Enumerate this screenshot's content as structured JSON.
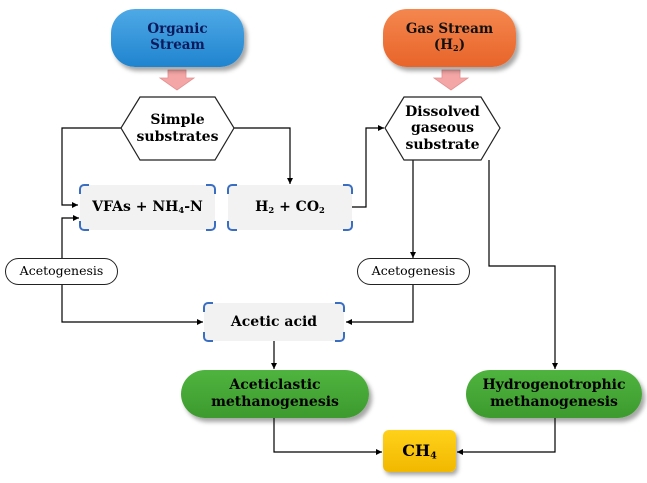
{
  "nodes": {
    "organic_stream": {
      "line1": "Organic",
      "line2": "Stream"
    },
    "gas_stream": {
      "line1": "Gas Stream",
      "line2_prefix": "(H",
      "line2_sub": "2",
      "line2_suffix": ")"
    },
    "simple_substrates": {
      "line1": "Simple",
      "line2": "substrates"
    },
    "dissolved_substrate": {
      "line1": "Dissolved",
      "line2": "gaseous",
      "line3": "substrate"
    },
    "vfas": {
      "prefix": "VFAs + NH",
      "sub": "4",
      "suffix": "-N"
    },
    "h2_co2": {
      "h": "H",
      "h_sub": "2",
      "mid": " + CO",
      "co_sub": "2"
    },
    "acetogenesis_left": {
      "label": "Acetogenesis"
    },
    "acetogenesis_right": {
      "label": "Acetogenesis"
    },
    "acetic_acid": {
      "label": "Acetic acid"
    },
    "aceticlastic": {
      "line1": "Aceticlastic",
      "line2": "methanogenesis"
    },
    "hydrogenotrophic": {
      "line1": "Hydrogenotrophic",
      "line2": "methanogenesis"
    },
    "ch4": {
      "prefix": "CH",
      "sub": "4"
    }
  },
  "colors": {
    "organic_stream": "#1f84cf",
    "gas_stream": "#e8642a",
    "big_arrow": "#f4a6a6",
    "methanogenesis": "#3d9a2e",
    "ch4": "#f2b800",
    "bracket": "#3a6ec2",
    "connector": "#000000"
  }
}
